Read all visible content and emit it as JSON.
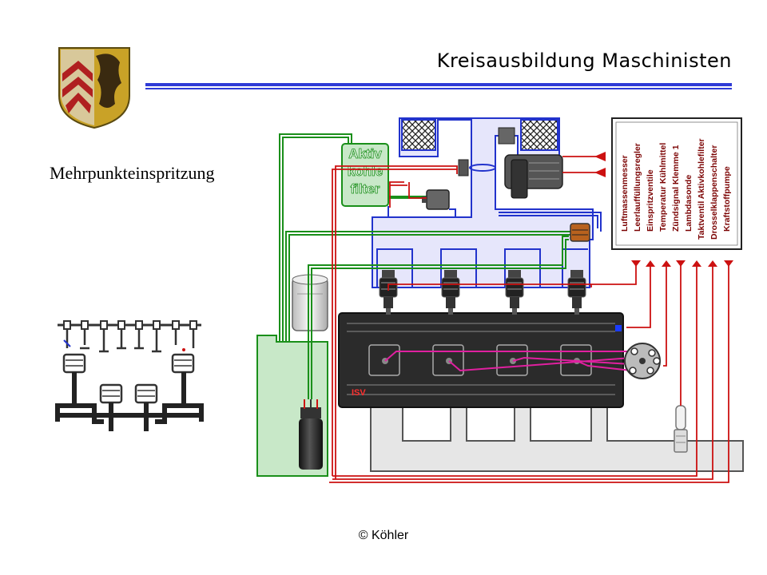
{
  "header": {
    "title": "Kreisausbildung Maschinisten"
  },
  "slide": {
    "subtitle": "Mehrpunkteinspritzung"
  },
  "diagram": {
    "filter_label": [
      "Aktiv",
      "kohle",
      "filter"
    ],
    "isv_label": "ISV",
    "sensor_list": [
      "Luftmassenmesser",
      "Leerlauffüllungsregler",
      "Einspritzventile",
      "Temperatur Kühlmittel",
      "Zündsignal Klemme 1",
      "Lambdasonde",
      "Taktventil Aktivkohlefilter",
      "Drosselklappenschalter",
      "Kraftstoffpumpe"
    ],
    "colors": {
      "fuel_line": "#1a8f1a",
      "signal_line": "#cc1111",
      "air_line": "#2233cc",
      "ignition_wire": "#e020a0",
      "tank_fill": "#c8e8c8"
    }
  },
  "footer": {
    "copyright": "© Köhler"
  }
}
